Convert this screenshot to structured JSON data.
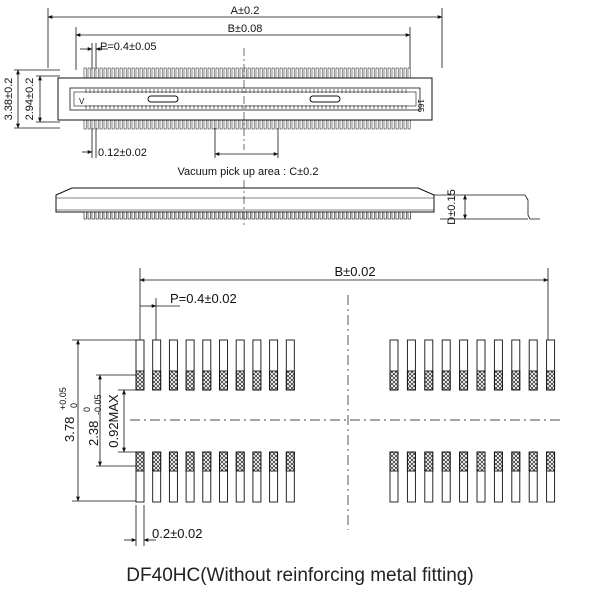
{
  "top_view": {
    "dim_A": "A±0.2",
    "dim_B": "B±0.08",
    "dim_P": "P=0.4±0.05",
    "dim_height_outer": "3.38±0.2",
    "dim_height_inner": "2.94±0.2",
    "dim_terminal": "0.12±0.02",
    "vacuum_label": "Vacuum pick up area : C±0.2",
    "pin_mark_right": "165",
    "pin_mark_left": "V"
  },
  "side_view": {
    "dim_D": "D±0.15"
  },
  "pattern_view": {
    "dim_B": "B±0.02",
    "dim_P": "P=0.4±0.02",
    "dim_height_main": "3.78",
    "dim_height_main_tol_upper": "+0.05",
    "dim_height_main_tol_lower": "0",
    "dim_pad_span": "2.38",
    "dim_pad_span_tol_upper": "0",
    "dim_pad_span_tol_lower": "-0.05",
    "dim_gap": "0.92MAX",
    "dim_pad_width": "0.2±0.02"
  },
  "caption": "DF40HC(Without reinforcing metal fitting)"
}
